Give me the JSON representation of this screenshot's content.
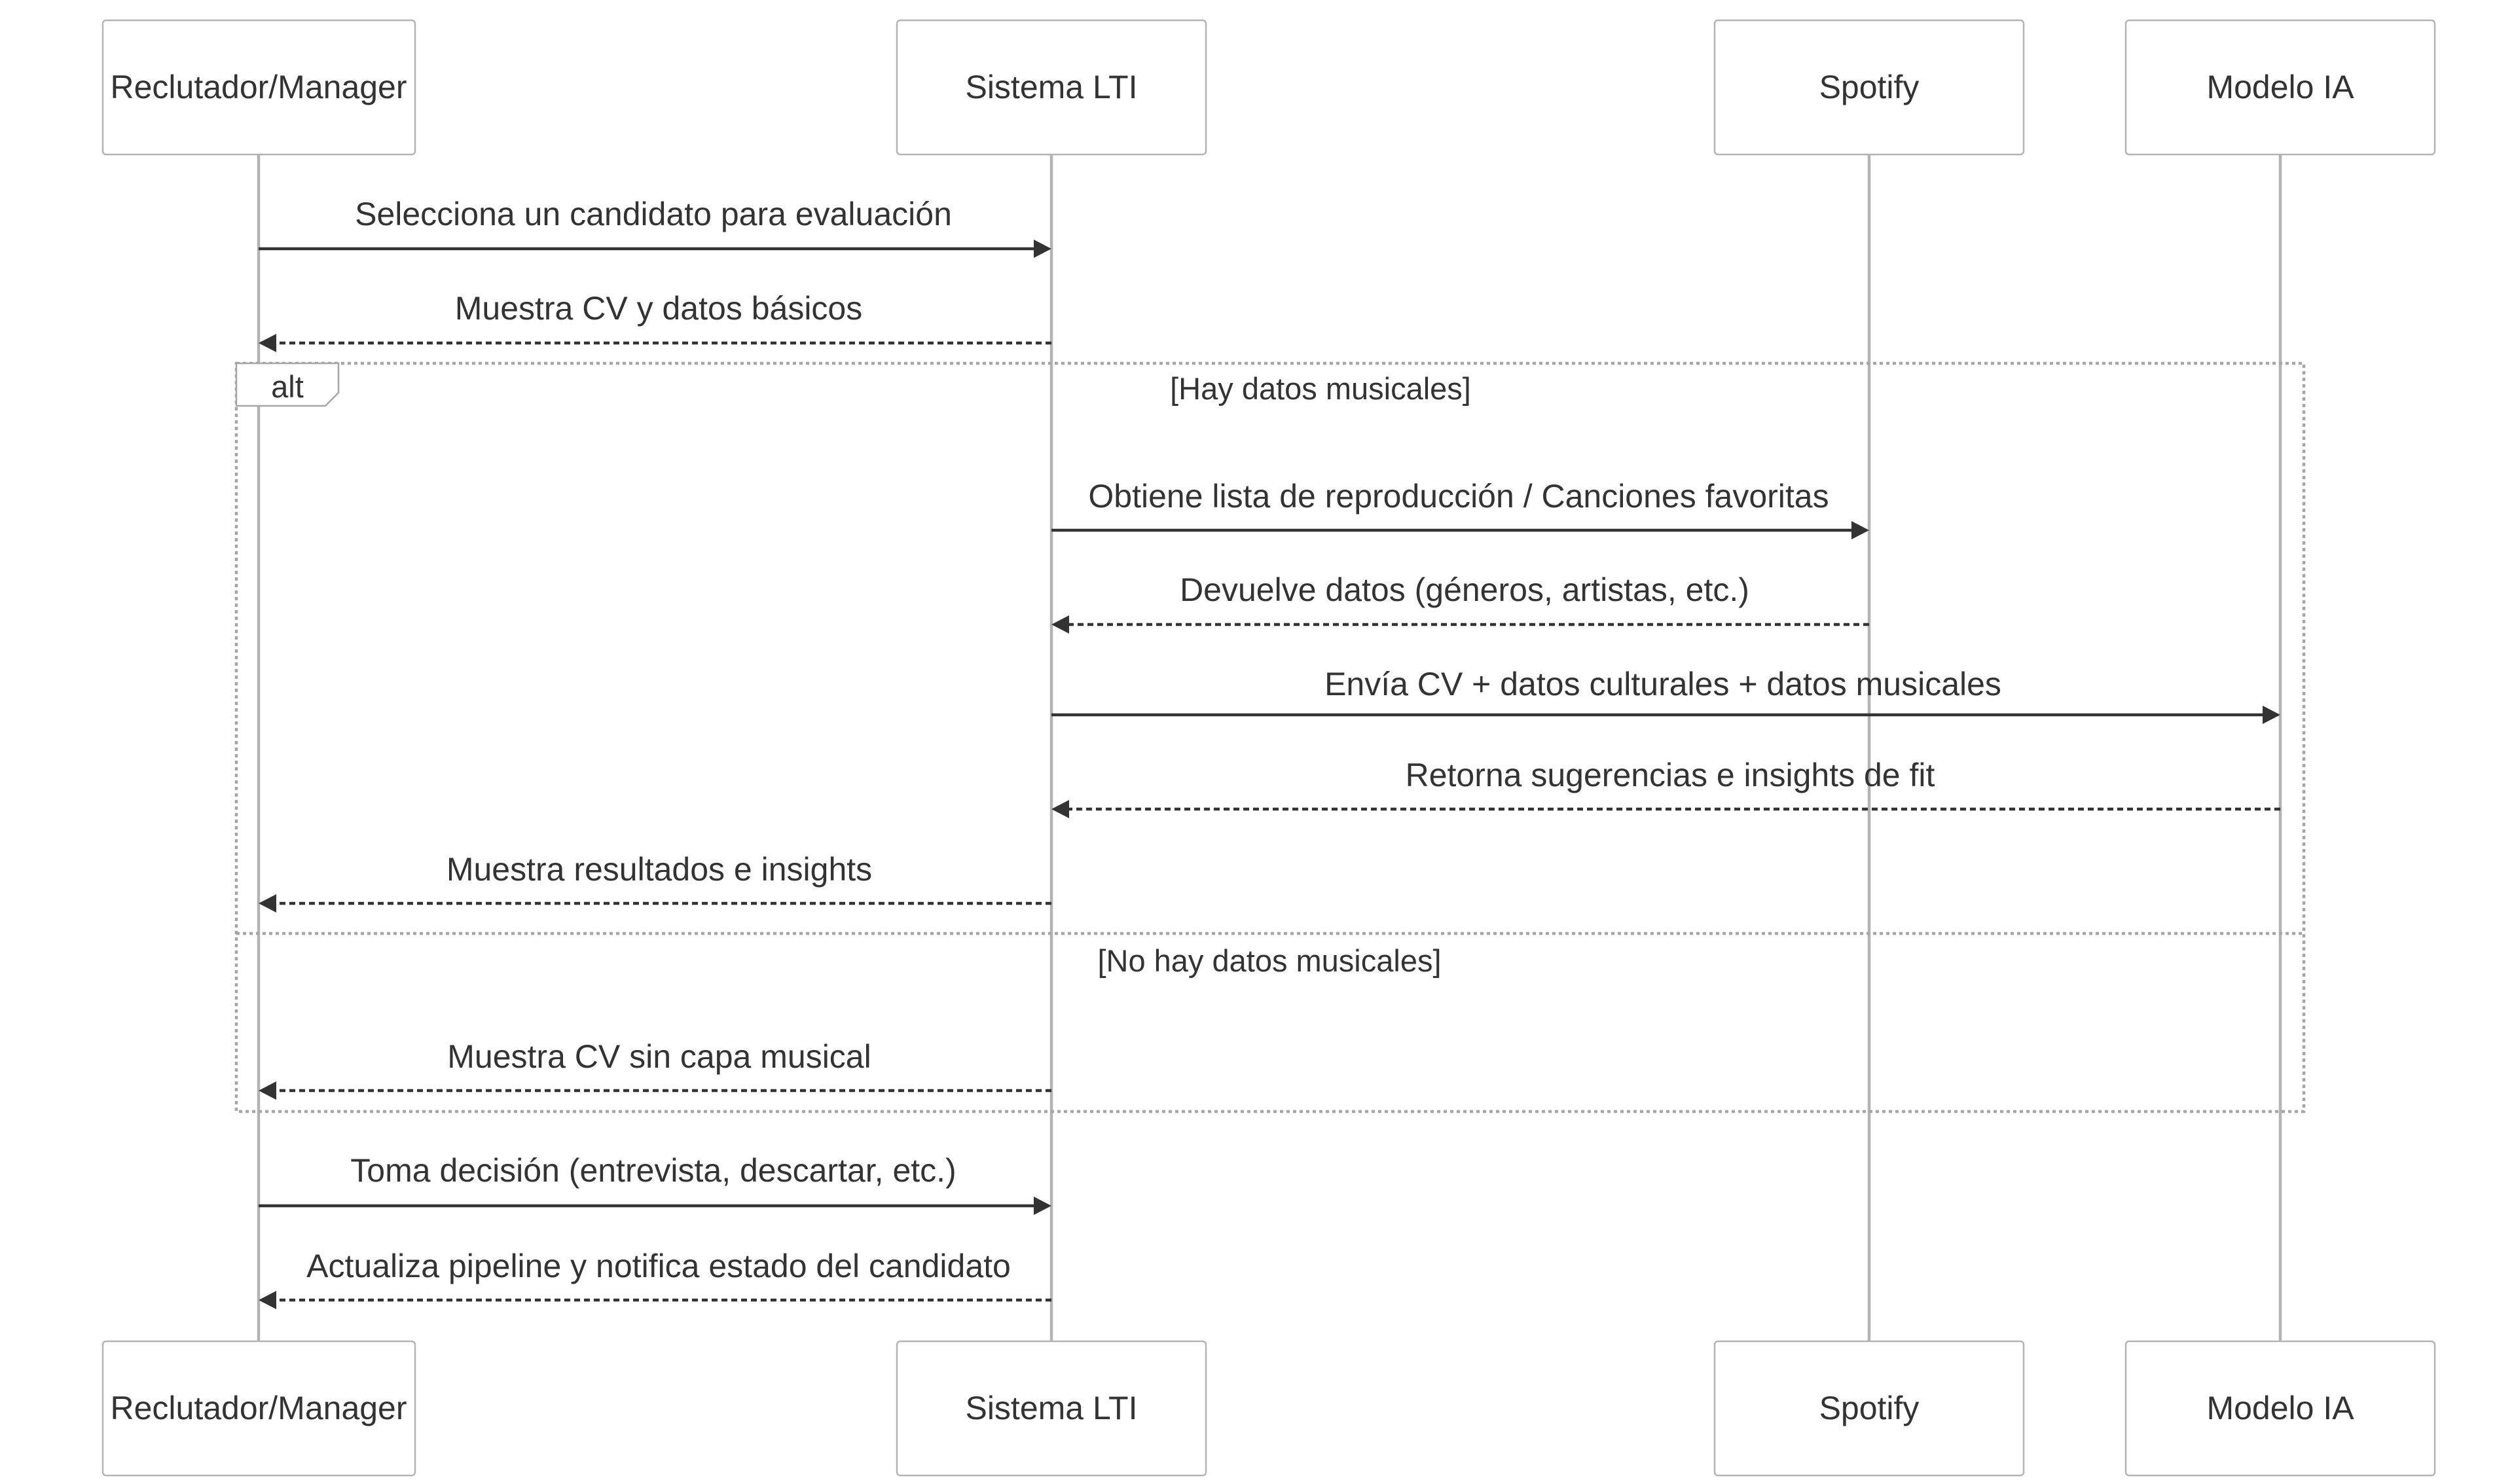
{
  "participants": [
    {
      "id": "manager",
      "label": "Reclutador/Manager"
    },
    {
      "id": "lti",
      "label": "Sistema LTI"
    },
    {
      "id": "spotify",
      "label": "Spotify"
    },
    {
      "id": "ia",
      "label": "Modelo IA"
    }
  ],
  "messages": [
    {
      "from": "manager",
      "to": "lti",
      "style": "solid",
      "label": "Selecciona un candidato para evaluación"
    },
    {
      "from": "lti",
      "to": "manager",
      "style": "dashed",
      "label": "Muestra CV y datos básicos"
    },
    {
      "from": "lti",
      "to": "spotify",
      "style": "solid",
      "label": "Obtiene lista de reproducción / Canciones favoritas"
    },
    {
      "from": "spotify",
      "to": "lti",
      "style": "dashed",
      "label": "Devuelve datos (géneros, artistas, etc.)"
    },
    {
      "from": "lti",
      "to": "ia",
      "style": "solid",
      "label": "Envía CV + datos culturales + datos musicales"
    },
    {
      "from": "ia",
      "to": "lti",
      "style": "dashed",
      "label": "Retorna sugerencias e insights de fit"
    },
    {
      "from": "lti",
      "to": "manager",
      "style": "dashed",
      "label": "Muestra resultados e insights"
    },
    {
      "from": "lti",
      "to": "manager",
      "style": "dashed",
      "label": "Muestra CV sin capa musical"
    },
    {
      "from": "manager",
      "to": "lti",
      "style": "solid",
      "label": "Toma decisión (entrevista, descartar, etc.)"
    },
    {
      "from": "lti",
      "to": "manager",
      "style": "dashed",
      "label": "Actualiza pipeline y notifica estado del candidato"
    }
  ],
  "alt_frame": {
    "keyword": "alt",
    "conditions": [
      "[Hay datos musicales]",
      "[No hay datos musicales]"
    ]
  }
}
